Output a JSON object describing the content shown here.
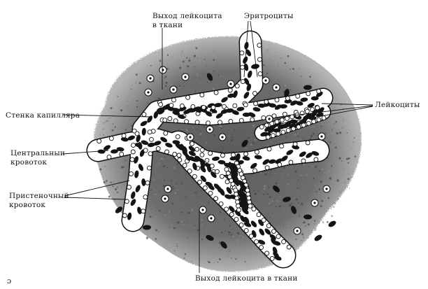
{
  "labels": {
    "exit_top_line1": "Выход лейкоцита",
    "exit_top_line2": "в ткани",
    "erythrocytes": "Эритроциты",
    "capillary_wall": "Стенка капилляра",
    "leukocytes": "Лейкоциты",
    "central_flow_line1": "Центральныи",
    "central_flow_line2": "кровоток",
    "parietal_flow_line1": "Пристеночный",
    "parietal_flow_line2": "кровоток",
    "exit_bottom": "Выход лейкоцита в ткани",
    "corner_mark": "ɔ"
  },
  "colors": {
    "ink": "#111111",
    "tissue": "#6a6a6a",
    "vessel": "#ffffff",
    "cell_dark": "#141414"
  }
}
